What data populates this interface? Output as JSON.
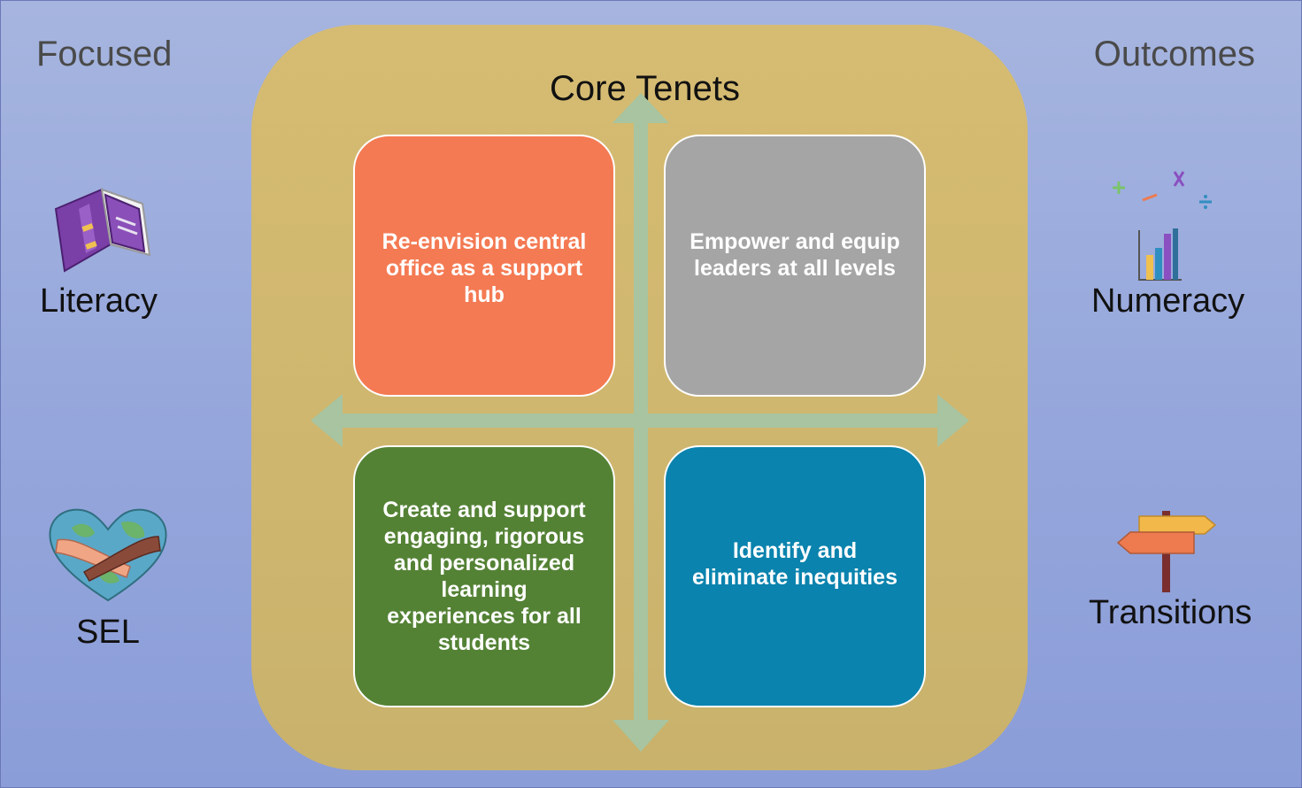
{
  "left_column": {
    "header": "Focused",
    "items": [
      {
        "label": "Literacy",
        "icon": "book-icon"
      },
      {
        "label": "SEL",
        "icon": "heart-globe-hug-icon"
      }
    ]
  },
  "right_column": {
    "header": "Outcomes",
    "items": [
      {
        "label": "Numeracy",
        "icon": "math-chart-icon"
      },
      {
        "label": "Transitions",
        "icon": "signpost-icon"
      }
    ]
  },
  "core": {
    "title": "Core Tenets",
    "tenets": [
      {
        "text": "Re-envision central office as a support hub",
        "color": "#f47a53"
      },
      {
        "text": "Empower and equip leaders at all levels",
        "color": "#a5a5a5"
      },
      {
        "text": "Create and support engaging, rigorous and personalized learning experiences for all students",
        "color": "#548235"
      },
      {
        "text": "Identify and eliminate inequities",
        "color": "#0a83ae"
      }
    ]
  },
  "colors": {
    "background": "#96a7dc",
    "panel": "#d0b76f",
    "arrows": "#a8c4a0"
  }
}
